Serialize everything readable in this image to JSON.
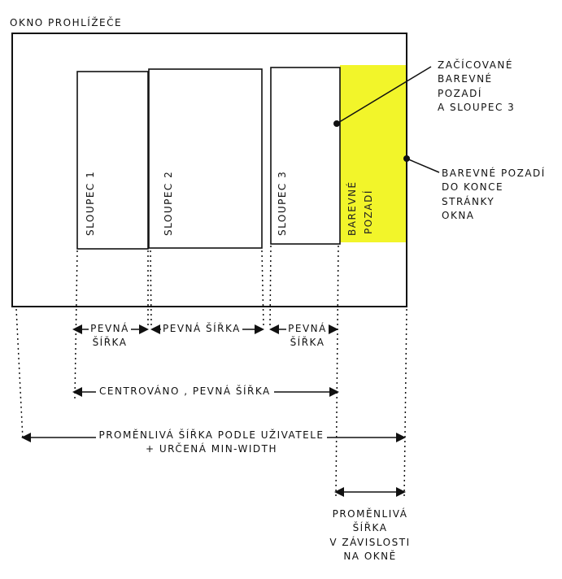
{
  "title": "OKNO PROHLÍŽEČE",
  "columns": [
    "SLOUPEC 1",
    "SLOUPEC 2",
    "SLOUPEC 3"
  ],
  "colored_bg": {
    "label_line1": "BAREVNÉ",
    "label_line2": "POZADÍ",
    "color": "#f2f52a"
  },
  "callouts": {
    "first": [
      "ZAČÍCOVANÉ",
      "BAREVNÉ",
      "POZADÍ",
      "A SLOUPEC 3"
    ],
    "second": [
      "BAREVNÉ POZADÍ",
      "DO KONCE",
      "STRÁNKY",
      "OKNA"
    ]
  },
  "dimensions": {
    "fixed_1": [
      "PEVNÁ",
      "ŠÍŘKA"
    ],
    "fixed_2": "PEVNÁ ŠÍŘKA",
    "fixed_3": [
      "PEVNÁ",
      "ŠÍŘKA"
    ],
    "centered": "CENTROVÁNO , PEVNÁ ŠÍŘKA",
    "variable": [
      "PROMĚNLIVÁ ŠÍŘKA PODLE UŽIVATELE",
      "+ URČENÁ MIN-WIDTH"
    ],
    "variable_window": [
      "PROMĚNLIVÁ",
      "ŠÍŘKA",
      "V ZÁVISLOSTI",
      "NA OKNĚ"
    ]
  }
}
